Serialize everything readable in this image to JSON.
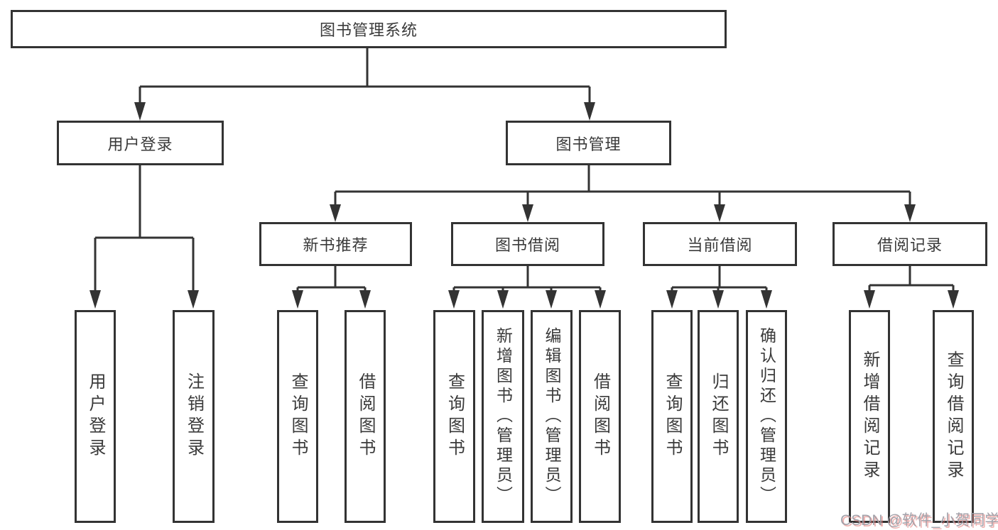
{
  "diagram": {
    "title_node": "图书管理系统",
    "tree": {
      "label": "图书管理系统",
      "children": [
        {
          "label": "用户登录",
          "children": [
            {
              "label": "用户登录"
            },
            {
              "label": "注销登录"
            }
          ]
        },
        {
          "label": "图书管理",
          "children": [
            {
              "label": "新书推荐",
              "children": [
                {
                  "label": "查询图书"
                },
                {
                  "label": "借阅图书"
                }
              ]
            },
            {
              "label": "图书借阅",
              "children": [
                {
                  "label": "查询图书"
                },
                {
                  "label": "新增图书（管理员）"
                },
                {
                  "label": "编辑图书（管理员）"
                },
                {
                  "label": "借阅图书"
                }
              ]
            },
            {
              "label": "当前借阅",
              "children": [
                {
                  "label": "查询图书"
                },
                {
                  "label": "归还图书"
                },
                {
                  "label": "确认归还（管理员）"
                }
              ]
            },
            {
              "label": "借阅记录",
              "children": [
                {
                  "label": "新增借阅记录"
                },
                {
                  "label": "查询借阅记录"
                }
              ]
            }
          ]
        }
      ]
    },
    "colors": {
      "line": "#333333",
      "text": "#3a3a3a",
      "background": "#ffffff",
      "watermark_gray": "#9e9ea6",
      "watermark_shadow": "#e2716d"
    }
  },
  "watermark": {
    "text": "CSDN @软件_小贺同学"
  }
}
